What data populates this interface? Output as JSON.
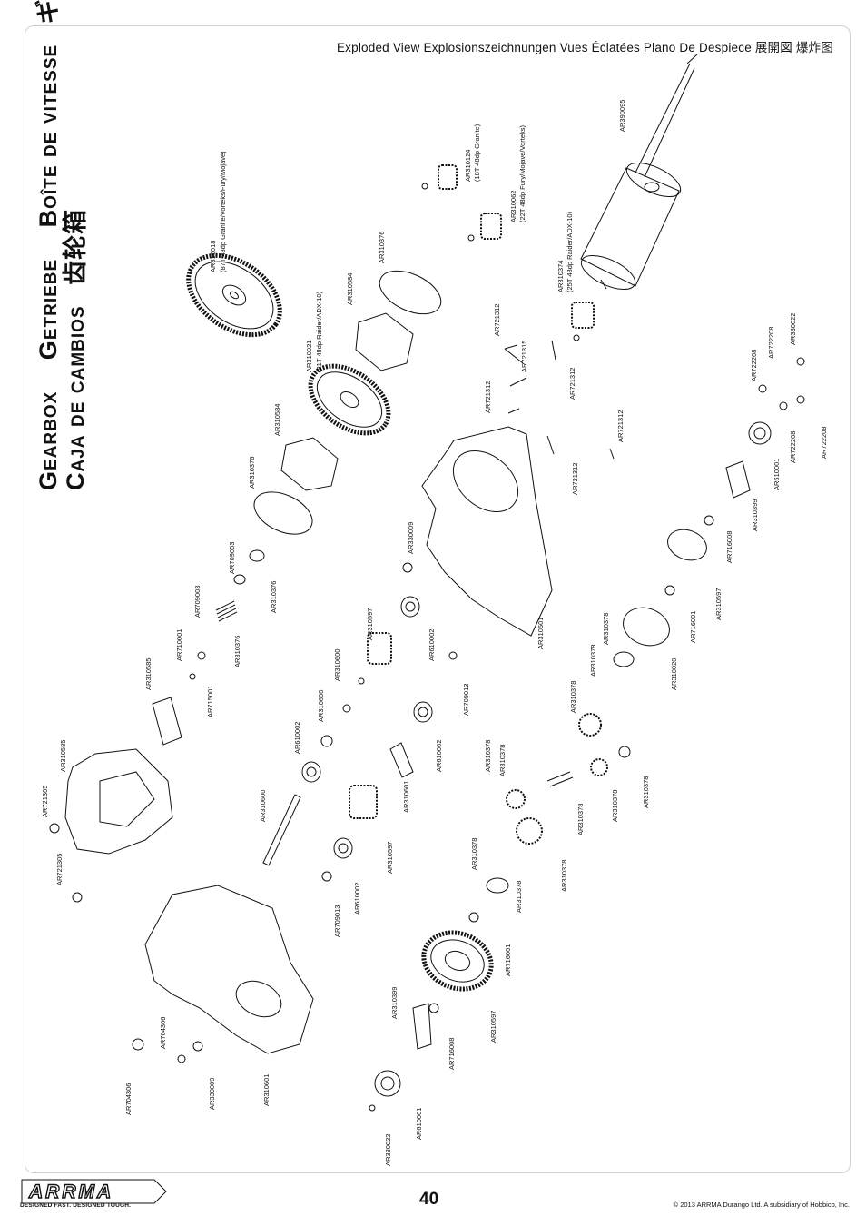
{
  "header": {
    "title_line": "Exploded View  Explosionszeichnungen  Vues Éclatées  Plano De Despiece  展開図  爆炸图"
  },
  "title": {
    "line1": [
      "Gearbox",
      "Getriebe",
      "Boîte de vitesse",
      "ギアボックス"
    ],
    "line2": [
      "Caja de cambios",
      "齿轮箱"
    ]
  },
  "parts": [
    {
      "code": "AR310018",
      "note": "(87T 48dp Granite/Vorteks/Fury/Mojave)"
    },
    {
      "code": "AR310021",
      "note": "(81T 48dp Raider/ADX-10)"
    },
    {
      "code": "AR310124",
      "note": "(18T 48dp Granite)"
    },
    {
      "code": "AR310062",
      "note": "(22T 48dp Fury/Mojave/Vorteks)"
    },
    {
      "code": "AR310374",
      "note": "(25T 48dp Raider/ADX-10)"
    },
    {
      "code": "AR390095"
    },
    {
      "code": "AR310584"
    },
    {
      "code": "AR310376"
    },
    {
      "code": "AR721312"
    },
    {
      "code": "AR721315"
    },
    {
      "code": "AR722208"
    },
    {
      "code": "AR330022"
    },
    {
      "code": "AR610001"
    },
    {
      "code": "AR310399"
    },
    {
      "code": "AR716008"
    },
    {
      "code": "AR310597"
    },
    {
      "code": "AR716001"
    },
    {
      "code": "AR310020"
    },
    {
      "code": "AR310378"
    },
    {
      "code": "AR709003"
    },
    {
      "code": "AR710001"
    },
    {
      "code": "AR715001"
    },
    {
      "code": "AR310585"
    },
    {
      "code": "AR721305"
    },
    {
      "code": "AR310600"
    },
    {
      "code": "AR610002"
    },
    {
      "code": "AR709013"
    },
    {
      "code": "AR310601"
    },
    {
      "code": "AR330009"
    },
    {
      "code": "AR704306"
    }
  ],
  "footer": {
    "logo_text": "ARRMA",
    "tagline": "DESIGNED FAST. DESIGNED TOUGH.",
    "page_number": "40",
    "copyright": "© 2013 ARRMA Durango Ltd. A subsidiary of Hobbico, Inc."
  }
}
